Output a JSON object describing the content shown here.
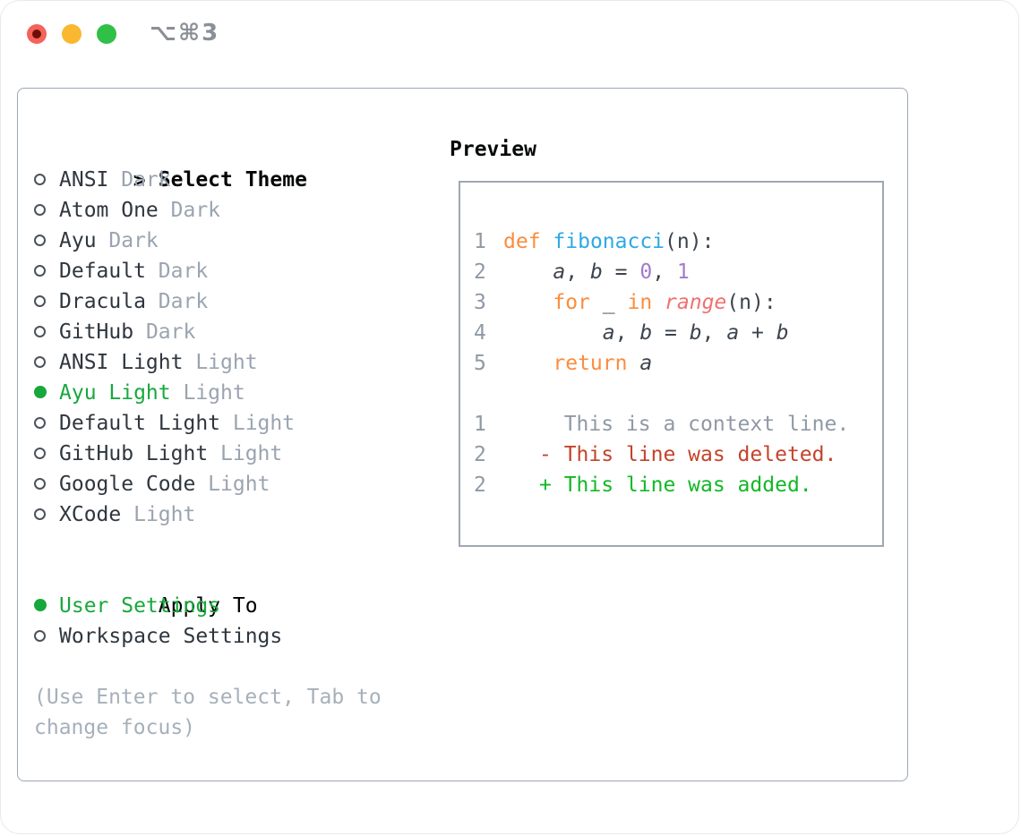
{
  "window": {
    "title": "⌥⌘3"
  },
  "theme_list": {
    "pointer": ">",
    "header": "Select Theme",
    "items": [
      {
        "name": "ANSI",
        "variant": "Dark",
        "selected": false
      },
      {
        "name": "Atom One",
        "variant": "Dark",
        "selected": false
      },
      {
        "name": "Ayu",
        "variant": "Dark",
        "selected": false
      },
      {
        "name": "Default",
        "variant": "Dark",
        "selected": false
      },
      {
        "name": "Dracula",
        "variant": "Dark",
        "selected": false
      },
      {
        "name": "GitHub",
        "variant": "Dark",
        "selected": false
      },
      {
        "name": "ANSI Light",
        "variant": "Light",
        "selected": false
      },
      {
        "name": "Ayu Light",
        "variant": "Light",
        "selected": true
      },
      {
        "name": "Default Light",
        "variant": "Light",
        "selected": false
      },
      {
        "name": "GitHub Light",
        "variant": "Light",
        "selected": false
      },
      {
        "name": "Google Code",
        "variant": "Light",
        "selected": false
      },
      {
        "name": "XCode",
        "variant": "Light",
        "selected": false
      }
    ]
  },
  "apply_to": {
    "header": "Apply To",
    "options": [
      {
        "label": "User Settings",
        "selected": true
      },
      {
        "label": "Workspace Settings",
        "selected": false
      }
    ]
  },
  "hint": {
    "lines": [
      "(Use Enter to select, Tab to",
      "change focus)"
    ]
  },
  "preview": {
    "header": "Preview",
    "code_lines": [
      {
        "num": "1",
        "tokens": [
          {
            "t": "def",
            "c": "keyword"
          },
          {
            "t": " "
          },
          {
            "t": "fibonacci",
            "c": "function"
          },
          {
            "t": "(n):"
          }
        ]
      },
      {
        "num": "2",
        "tokens": [
          {
            "t": "    "
          },
          {
            "t": "a",
            "i": true
          },
          {
            "t": ", "
          },
          {
            "t": "b",
            "i": true
          },
          {
            "t": " = "
          },
          {
            "t": "0",
            "c": "number"
          },
          {
            "t": ", "
          },
          {
            "t": "1",
            "c": "number"
          }
        ]
      },
      {
        "num": "3",
        "tokens": [
          {
            "t": "    "
          },
          {
            "t": "for",
            "c": "keyword"
          },
          {
            "t": " _ "
          },
          {
            "t": "in",
            "c": "keyword"
          },
          {
            "t": " "
          },
          {
            "t": "range",
            "c": "call",
            "i": true
          },
          {
            "t": "(n):"
          }
        ]
      },
      {
        "num": "4",
        "tokens": [
          {
            "t": "        "
          },
          {
            "t": "a",
            "i": true
          },
          {
            "t": ", "
          },
          {
            "t": "b",
            "i": true
          },
          {
            "t": " = "
          },
          {
            "t": "b",
            "i": true
          },
          {
            "t": ", "
          },
          {
            "t": "a",
            "i": true
          },
          {
            "t": " + "
          },
          {
            "t": "b",
            "i": true
          }
        ]
      },
      {
        "num": "5",
        "tokens": [
          {
            "t": "    "
          },
          {
            "t": "return",
            "c": "keyword"
          },
          {
            "t": " "
          },
          {
            "t": "a",
            "i": true
          }
        ]
      }
    ],
    "diff_lines": [
      {
        "num": "1",
        "tokens": [
          {
            "t": "  This is a context line.",
            "c": "context"
          }
        ]
      },
      {
        "num": "2",
        "tokens": [
          {
            "t": "- This line was deleted.",
            "c": "deleted"
          }
        ]
      },
      {
        "num": "2",
        "tokens": [
          {
            "t": "+ This line was added.",
            "c": "added"
          }
        ]
      }
    ]
  },
  "colors": {
    "keyword": "#fa8d3e",
    "function": "#2ea8e6",
    "number": "#a37acc",
    "call": "#f07171",
    "plain": "#3c444e",
    "gutter": "#8f99a5",
    "context": "#8f99a5",
    "deleted": "#c5432a",
    "added": "#12b826",
    "selected_green": "#17a83d",
    "traffic_red": "#f4635a",
    "traffic_yellow": "#f9b82f",
    "traffic_green": "#30bf47"
  }
}
